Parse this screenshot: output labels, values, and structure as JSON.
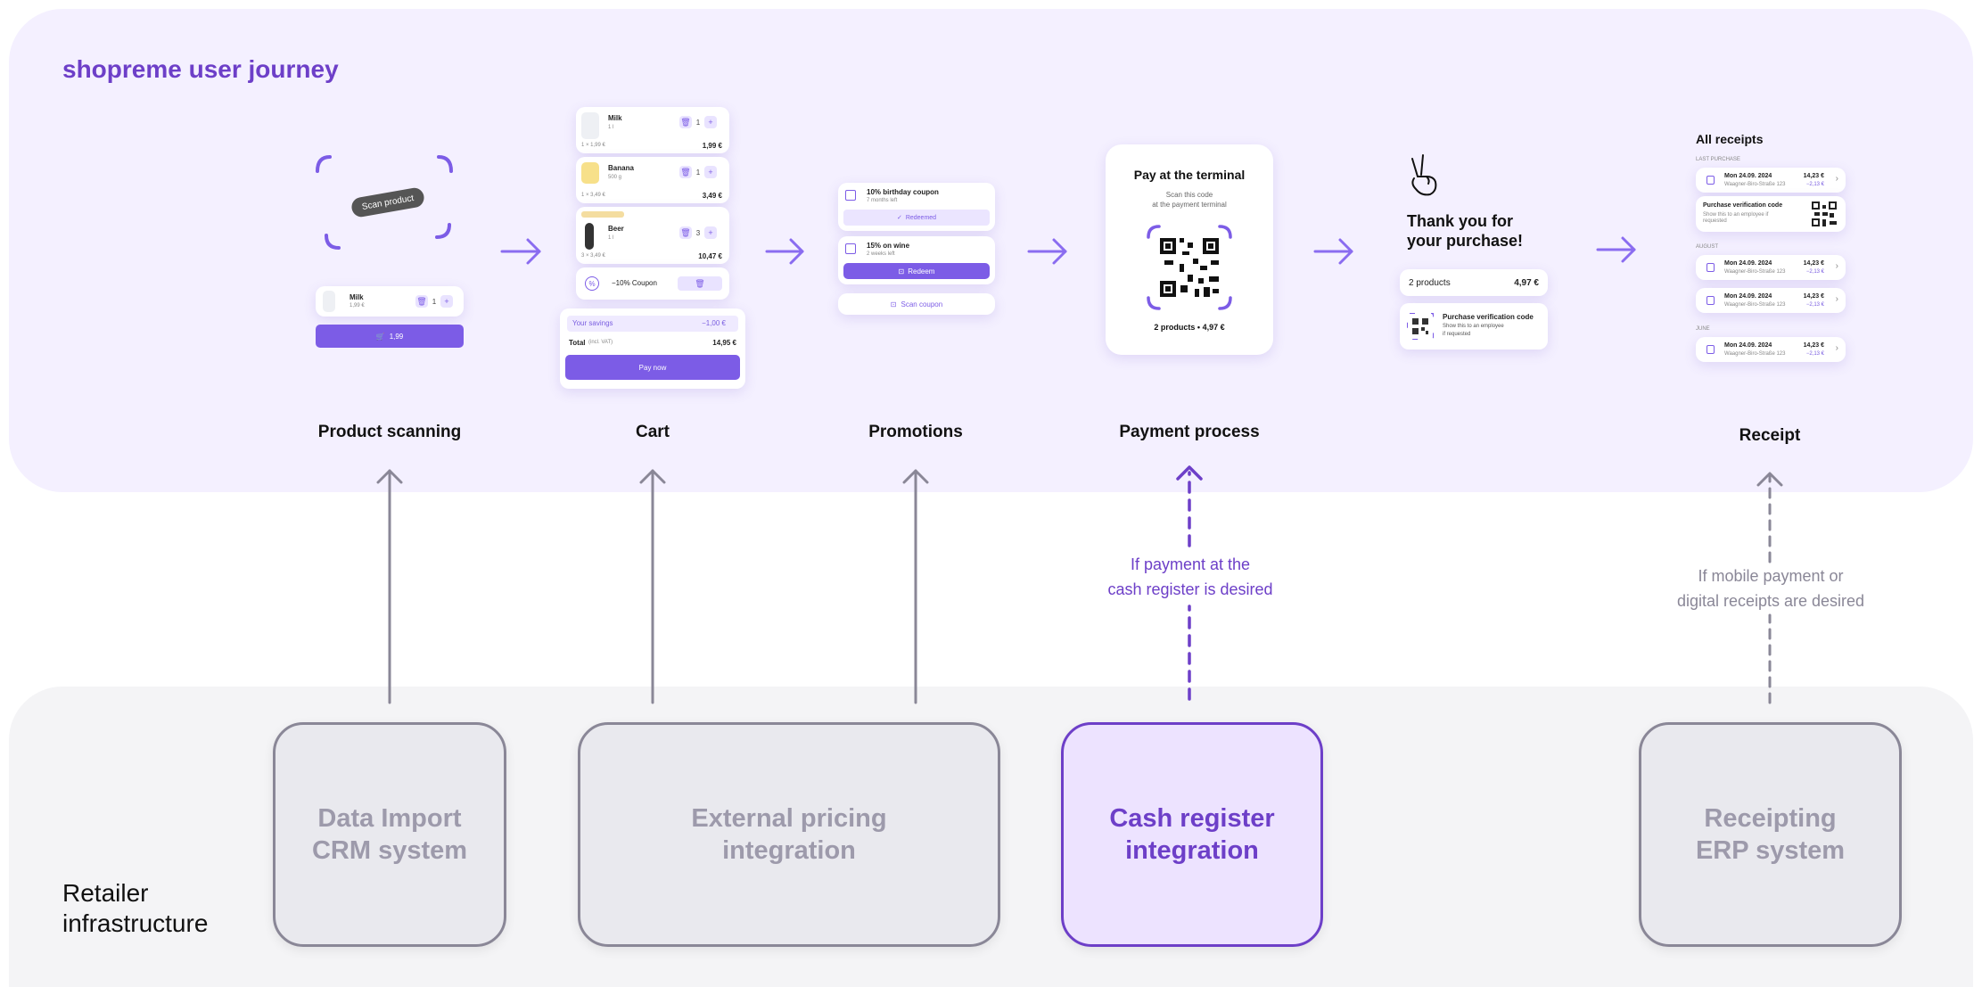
{
  "journey": {
    "title": "shopreme user journey",
    "steps": [
      {
        "label": "Product scanning"
      },
      {
        "label": "Cart"
      },
      {
        "label": "Promotions"
      },
      {
        "label": "Payment process"
      },
      {
        "label": "Receipt"
      }
    ]
  },
  "scan": {
    "bubble": "Scan product",
    "item_name": "Milk",
    "item_price": "1,99 €",
    "qty": "1",
    "cart_total": "1,99"
  },
  "cart": {
    "items": [
      {
        "name": "Milk",
        "sub": "1 l",
        "calc": "1 × 1,99 €",
        "total": "1,99 €",
        "qty": "1"
      },
      {
        "name": "Banana",
        "sub": "500 g",
        "calc": "1 × 3,49 €",
        "total": "3,49 €",
        "qty": "1"
      },
      {
        "name": "Beer",
        "sub": "1 l",
        "calc": "3 × 3,49 €",
        "total": "10,47 €",
        "qty": "3"
      }
    ],
    "coupon": "−10% Coupon",
    "savings_label": "Your savings",
    "savings_value": "−1,00 €",
    "total_label": "Total",
    "total_note": "(incl. VAT)",
    "total_value": "14,95 €",
    "pay_button": "Pay now"
  },
  "promotions": {
    "coupons": [
      {
        "title": "10% birthday coupon",
        "sub": "7 months left",
        "action": "Redeemed"
      },
      {
        "title": "15% on wine",
        "sub": "2 weeks left",
        "action": "Redeem"
      }
    ],
    "scan_coupon": "Scan coupon"
  },
  "payment": {
    "title": "Pay at the terminal",
    "instruction_1": "Scan this code",
    "instruction_2": "at the payment terminal",
    "summary": "2 products  •  4,97 €"
  },
  "thanks": {
    "title_1": "Thank you for",
    "title_2": "your purchase!",
    "products": "2 products",
    "amount": "4,97 €",
    "verif_title": "Purchase verification code",
    "verif_sub_1": "Show this to an employee",
    "verif_sub_2": "if requested"
  },
  "receipts": {
    "title": "All receipts",
    "sections": [
      {
        "header": "LAST PURCHASE"
      },
      {
        "header": "AUGUST"
      },
      {
        "header": "JUNE"
      }
    ],
    "entry": {
      "date": "Mon 24.09. 2024",
      "address": "Waagner-Biro-Straße 123",
      "amount": "14,23 €",
      "savings": "−2,13 €"
    },
    "verif_title": "Purchase verification code",
    "verif_sub": "Show this to an employee if requested"
  },
  "conditions": {
    "payment": [
      "If payment at the",
      "cash register is desired"
    ],
    "receipt": [
      "If mobile payment or",
      "digital receipts are desired"
    ]
  },
  "infrastructure": {
    "title_1": "Retailer",
    "title_2": "infrastructure",
    "systems": [
      {
        "line1": "Data Import",
        "line2": "CRM system"
      },
      {
        "line1": "External pricing",
        "line2": "integration"
      },
      {
        "line1": "Cash register",
        "line2": "integration"
      },
      {
        "line1": "Receipting",
        "line2": "ERP system"
      }
    ]
  },
  "colors": {
    "accent": "#6d3fc8",
    "button": "#7c5ce6",
    "journey_bg": "#f4f0ff",
    "infra_bg": "#f4f4f6",
    "inactive_border": "#8a8797"
  }
}
